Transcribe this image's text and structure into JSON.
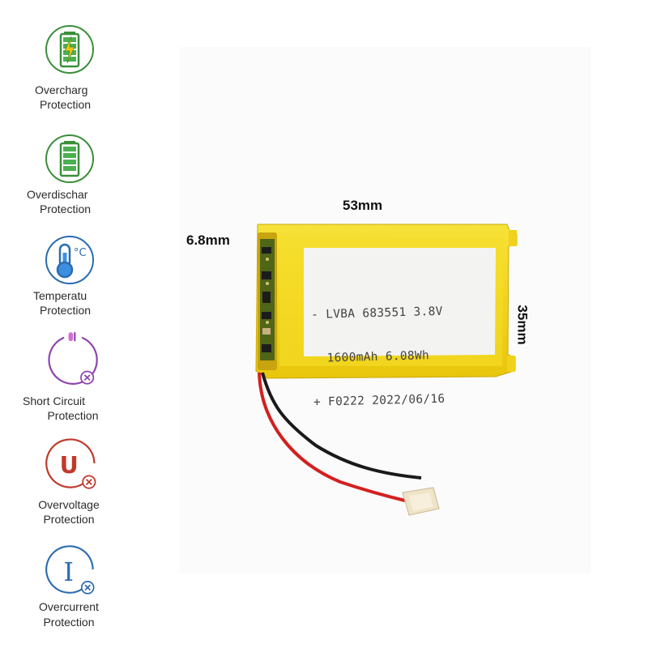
{
  "features": [
    {
      "icon": "battery-charge-icon",
      "line1": "Overcharg",
      "line2": "Protection",
      "color": "#3a8f3a"
    },
    {
      "icon": "battery-full-icon",
      "line1": "Overdischar",
      "line2": "Protection",
      "color": "#3a8f3a"
    },
    {
      "icon": "thermometer-icon",
      "line1": "Temperatu",
      "line2": "Protection",
      "color": "#2b6cb0"
    },
    {
      "icon": "short-circuit-icon",
      "line1": "Short Circuit",
      "line2": "Protection",
      "color": "#8e44ad"
    },
    {
      "icon": "voltage-u-icon",
      "line1": "Overvoltage",
      "line2": "Protection",
      "color": "#c0392b"
    },
    {
      "icon": "current-i-icon",
      "line1": "Overcurrent",
      "line2": "Protection",
      "color": "#2b6cb0"
    }
  ],
  "thermo_unit": "°C",
  "voltage_letter": "U",
  "current_letter": "I",
  "dimensions": {
    "width": "53mm",
    "thickness": "6.8mm",
    "height": "35mm"
  },
  "battery_label": {
    "line1": "- LVBA 683551 3.8V",
    "line2": "  1600mAh 6.08Wh",
    "line3": "+ F0222 2022/06/16"
  },
  "colors": {
    "battery_yellow": "#f2d31c",
    "label_white": "#f3f3f1",
    "wire_red": "#d32020",
    "wire_black": "#1a1a1a"
  }
}
